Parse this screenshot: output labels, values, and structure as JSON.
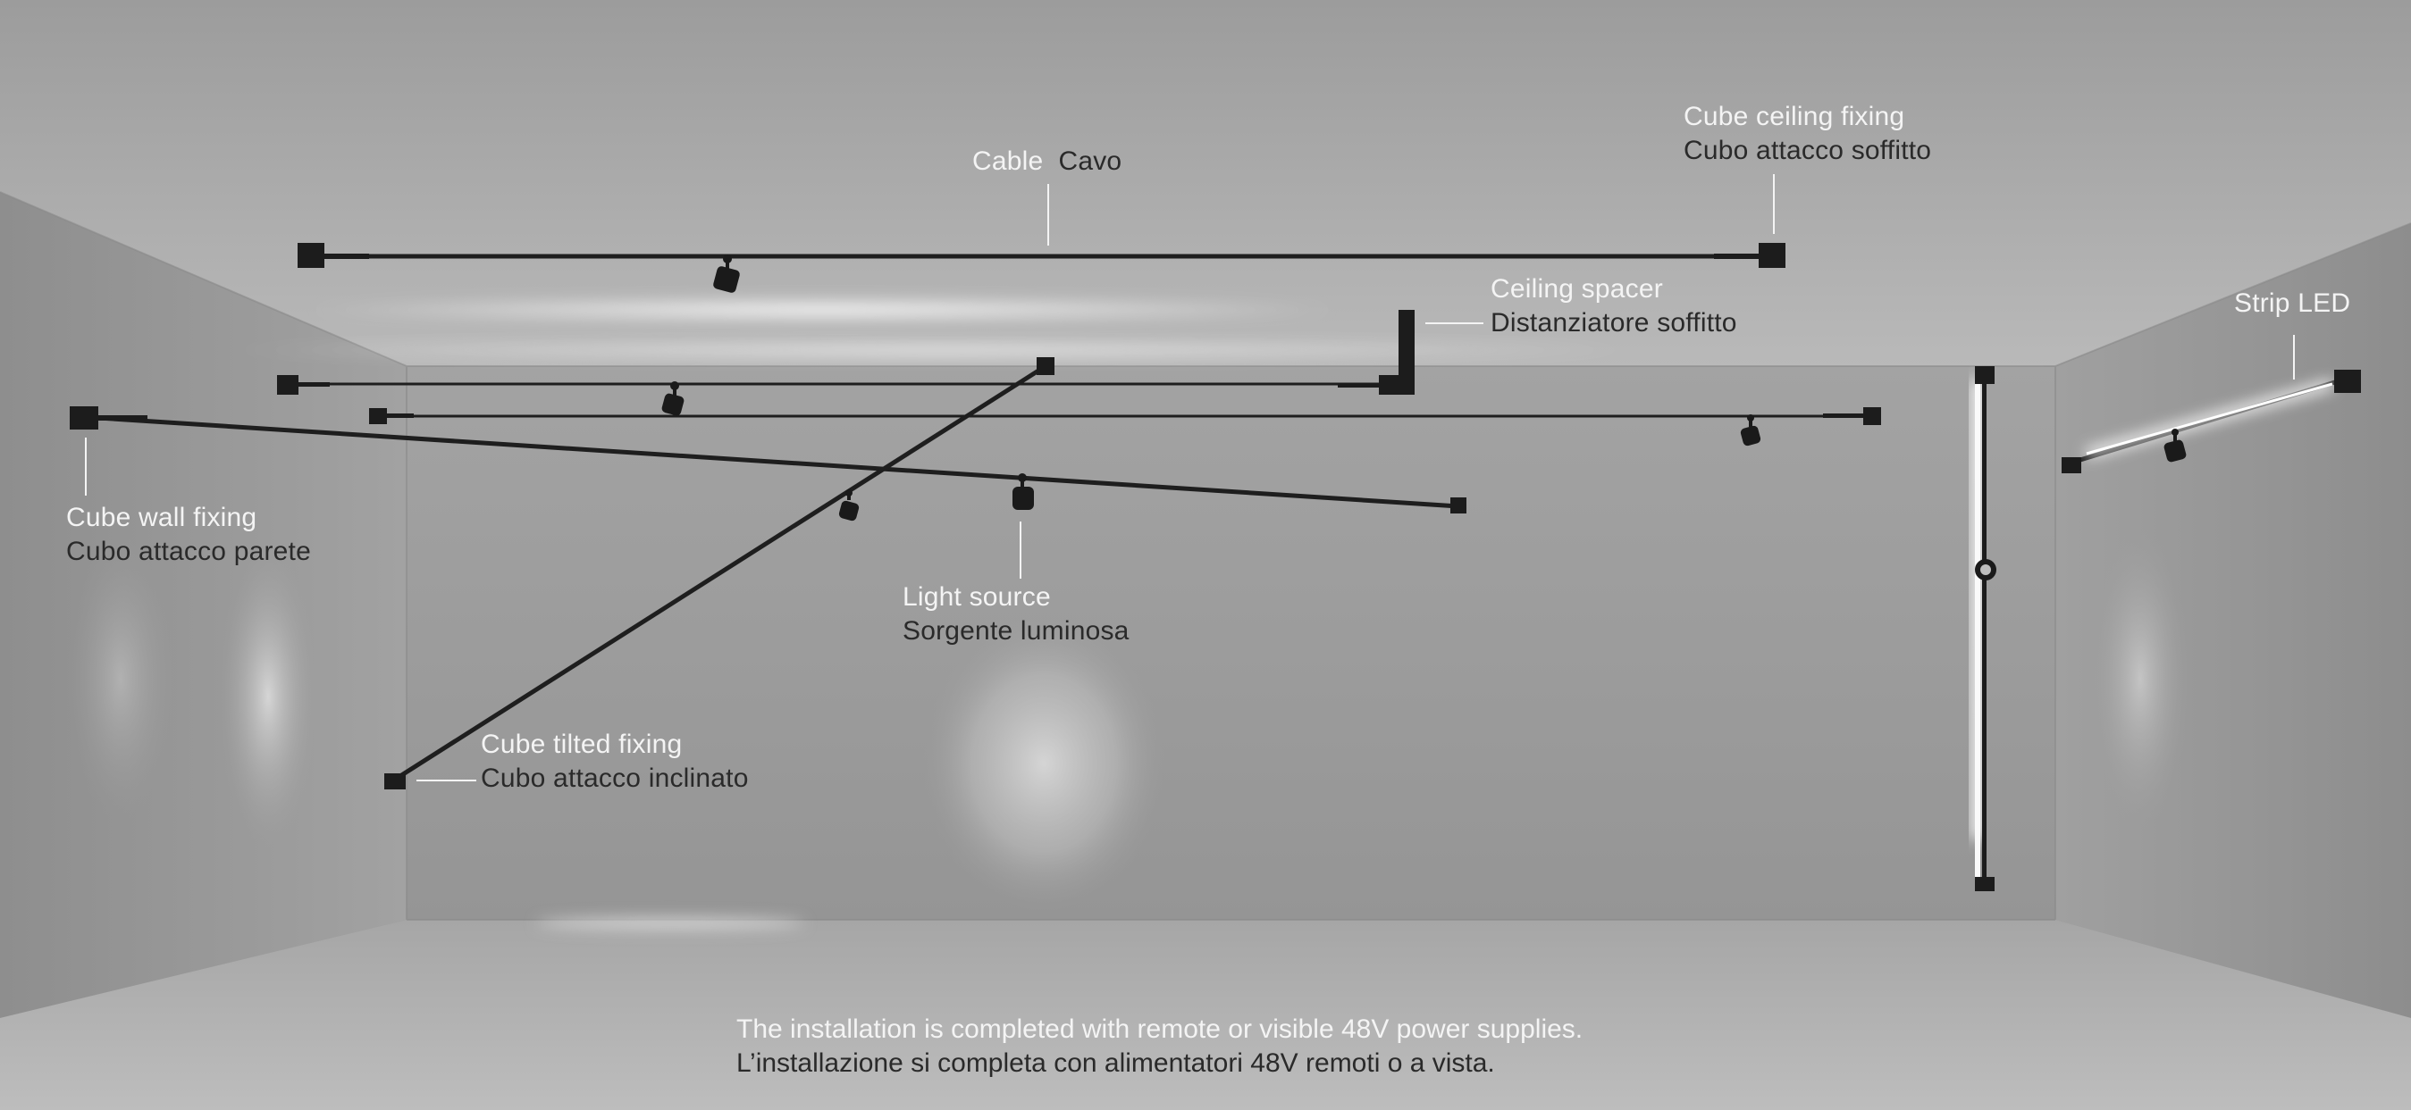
{
  "labels": {
    "cable": {
      "en": "Cable",
      "it": "Cavo"
    },
    "ceiling_fixing": {
      "en": "Cube ceiling fixing",
      "it": "Cubo attacco soffitto"
    },
    "ceiling_spacer": {
      "en": "Ceiling spacer",
      "it": "Distanziatore soffitto"
    },
    "strip_led": {
      "en": "Strip LED"
    },
    "wall_fixing": {
      "en": "Cube wall fixing",
      "it": "Cubo attacco parete"
    },
    "light_source": {
      "en": "Light source",
      "it": "Sorgente luminosa"
    },
    "tilted_fixing": {
      "en": "Cube tilted fixing",
      "it": "Cubo attacco inclinato"
    }
  },
  "caption": {
    "en": "The installation is completed with remote or visible 48V power supplies.",
    "it": "L’installazione si completa con alimentatori 48V remoti o a vista."
  },
  "colors": {
    "ceiling": "#a9a9a9",
    "back_wall": "#999999",
    "floor": "#b1b1b1",
    "fixture": "#1c1c1c",
    "light_glow": "#ffffff",
    "label_light": "#f4f4f4",
    "label_dark": "#2a2a2a"
  }
}
